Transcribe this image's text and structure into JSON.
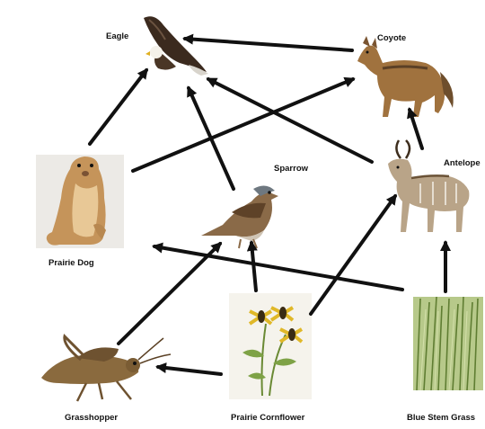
{
  "organisms": {
    "eagle": "Eagle",
    "coyote": "Coyote",
    "sparrow": "Sparrow",
    "antelope": "Antelope",
    "prairie_dog": "Prairie Dog",
    "grasshopper": "Grasshopper",
    "prairie_cornflower": "Prairie Cornflower",
    "blue_stem_grass": "Blue Stem Grass"
  },
  "energy_flow": [
    {
      "from": "coyote",
      "to": "eagle"
    },
    {
      "from": "prairie_dog",
      "to": "eagle"
    },
    {
      "from": "prairie_dog",
      "to": "coyote"
    },
    {
      "from": "sparrow",
      "to": "eagle"
    },
    {
      "from": "antelope",
      "to": "eagle"
    },
    {
      "from": "antelope",
      "to": "coyote"
    },
    {
      "from": "blue_stem_grass",
      "to": "prairie_dog"
    },
    {
      "from": "blue_stem_grass",
      "to": "antelope"
    },
    {
      "from": "prairie_cornflower",
      "to": "sparrow"
    },
    {
      "from": "prairie_cornflower",
      "to": "antelope"
    },
    {
      "from": "prairie_cornflower",
      "to": "grasshopper"
    },
    {
      "from": "grasshopper",
      "to": "sparrow"
    }
  ],
  "icons": {
    "eagle": "eagle-icon",
    "coyote": "coyote-icon",
    "sparrow": "sparrow-icon",
    "antelope": "antelope-icon",
    "prairie_dog": "prairie-dog-icon",
    "grasshopper": "grasshopper-icon",
    "prairie_cornflower": "cornflower-icon",
    "blue_stem_grass": "grass-icon"
  },
  "colors": {
    "arrow": "#111111",
    "label": "#111111",
    "background": "#ffffff"
  }
}
